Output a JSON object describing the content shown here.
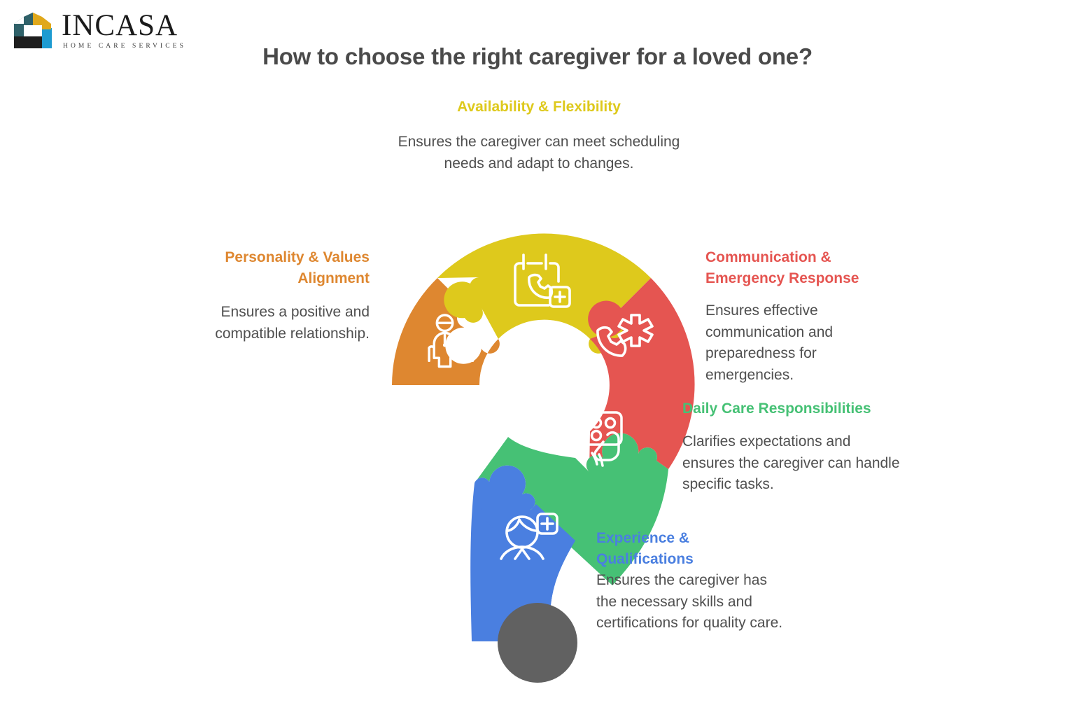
{
  "brand": {
    "name": "INCASA",
    "tagline": "HOME CARE SERVICES",
    "logo_colors": {
      "teal": "#2F6169",
      "gold": "#E0A81B",
      "black": "#1E1E1E",
      "blue": "#1D9BD1"
    }
  },
  "header": {
    "title": "How to choose the right caregiver for a loved one?"
  },
  "diagram": {
    "shape": "question-mark-puzzle",
    "dot_color": "#616161",
    "segments": [
      {
        "id": "availability",
        "title": "Availability & Flexibility",
        "body": "Ensures the caregiver can meet scheduling needs and adapt to changes.",
        "color": "#DEC91C",
        "icon": "calendar-phone-plus-icon",
        "position": "top"
      },
      {
        "id": "personality",
        "title": "Personality & Values Alignment",
        "body": "Ensures a positive and compatible relationship.",
        "color": "#DE8730",
        "icon": "caregiver-and-senior-icon",
        "position": "left"
      },
      {
        "id": "communication",
        "title": "Communication & Emergency Response",
        "body": "Ensures effective communication and preparedness for emergencies.",
        "color": "#E55551",
        "icon": "phone-medical-star-icon",
        "position": "right"
      },
      {
        "id": "daily-care",
        "title": "Daily Care Responsibilities",
        "body": "Clarifies expectations and ensures the caregiver can handle specific tasks.",
        "color": "#46C175",
        "icon": "pill-organizer-hand-icon",
        "position": "lower-right"
      },
      {
        "id": "experience",
        "title": "Experience & Qualifications",
        "body": "Ensures the caregiver has the necessary skills and certifications for quality care.",
        "color": "#4A7FE0",
        "icon": "nurse-badge-icon",
        "position": "bottom"
      }
    ]
  }
}
